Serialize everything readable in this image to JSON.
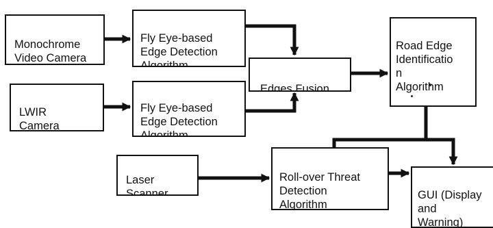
{
  "colors": {
    "line": "#111111",
    "background": "#ffffff"
  },
  "boxes": {
    "mono_camera": "Monochrome\nVideo Camera",
    "fly_eye_top": "Fly Eye-based\nEdge Detection\nAlgorithm",
    "lwir_camera": "LWIR\nCamera",
    "fly_eye_bottom": "Fly Eye-based\nEdge Detection\nAlgorithm",
    "edges_fusion": "Edges Fusion",
    "road_edge": "Road Edge\nIdentificatio\nn\nAlgorithm",
    "laser_scanner": "Laser\nScanner",
    "rollover": "Roll-over Threat\nDetection\nAlgorithm",
    "gui": "GUI (Display\nand\nWarning)"
  }
}
